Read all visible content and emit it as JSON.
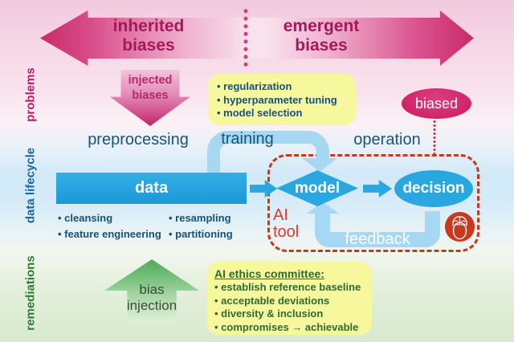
{
  "side_labels": {
    "problems": "problems",
    "lifecycle": "data lifecycle",
    "remediations": "remediations"
  },
  "top_arrow": {
    "inherited": "inherited\nbiases",
    "emergent": "emergent\nbiases"
  },
  "problems": {
    "injected_arrow_label": "injected\nbiases",
    "training_note_items": [
      "regularization",
      "hyperparameter tuning",
      "model selection"
    ],
    "biased_badge": "biased"
  },
  "lifecycle": {
    "stages": [
      "preprocessing",
      "training",
      "operation"
    ],
    "data_node": "data",
    "model_node": "model",
    "decision_node": "decision",
    "feedback_label": "feedback",
    "ai_tool_label": "AI\ntool",
    "data_bullets_left": [
      "cleansing",
      "feature engineering"
    ],
    "data_bullets_right": [
      "resampling",
      "partitioning"
    ]
  },
  "remediations": {
    "bias_injection_arrow_label": "bias\ninjection",
    "ethics_note": {
      "title": "AI ethics committee:",
      "items": [
        "establish reference baseline",
        "acceptable deviations",
        "diversity & inclusion",
        "compromises → achievable"
      ]
    }
  },
  "icons": {
    "human_head_brain": "human-head-brain-icon"
  },
  "colors": {
    "arrow_magenta": "#CE2D72",
    "magenta_text": "#A3195B",
    "node_blue": "#2AA7E0",
    "soft_blue_arrow": "#A6D8F3",
    "note_yellow": "#F7F89E",
    "dashed_red": "#C63A1C",
    "ai_tool_red": "#DD3B28",
    "green_arrow": "#58AE60",
    "blue_text": "#17557E",
    "green_text": "#2F6B30",
    "problems_label": "#C21568",
    "lifecycle_label": "#1866A5",
    "remediations_label": "#2E7D36"
  }
}
